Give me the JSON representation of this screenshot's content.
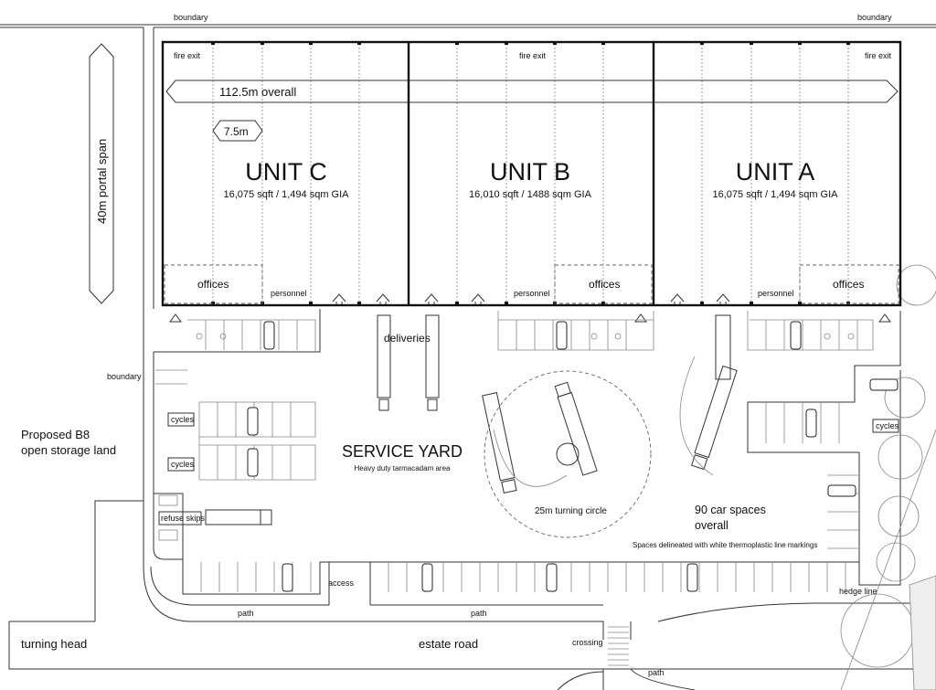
{
  "labels": {
    "boundary_top_left": "boundary",
    "boundary_top_right": "boundary",
    "boundary_left": "boundary",
    "fire_exit_left": "fire exit",
    "fire_exit_mid": "fire exit",
    "fire_exit_right": "fire exit",
    "overall_length": "112.5m overall",
    "bay_width": "7.5m",
    "portal_span": "40m portal span",
    "offices_c": "offices",
    "offices_b": "offices",
    "offices_a": "offices",
    "personnel_c": "personnel",
    "personnel_b": "personnel",
    "personnel_a": "personnel",
    "deliveries": "deliveries",
    "cycles_1": "cycles",
    "cycles_2": "cycles",
    "cycles_3": "cycles",
    "refuse_skips": "refuse skips",
    "service_yard": "SERVICE  YARD",
    "service_yard_note": "Heavy duty tarmacadam area",
    "turning_circle": "25m turning circle",
    "car_spaces_1": "90 car spaces",
    "car_spaces_2": "overall",
    "spaces_note": "Spaces delineated with white thermoplastic line markings",
    "access": "access",
    "path_left": "path",
    "path_mid": "path",
    "path_bottom": "path",
    "hedge_line": "hedge line",
    "crossing": "crossing",
    "proposed_1": "Proposed  B8",
    "proposed_2": "open storage land",
    "turning_head": "turning  head",
    "estate_road": "estate  road"
  },
  "units": [
    {
      "name": "UNIT  C",
      "area": "16,075 sqft / 1,494 sqm GIA"
    },
    {
      "name": "UNIT  B",
      "area": "16,010 sqft / 1488 sqm GIA"
    },
    {
      "name": "UNIT  A",
      "area": "16,075 sqft / 1,494 sqm GIA"
    }
  ]
}
